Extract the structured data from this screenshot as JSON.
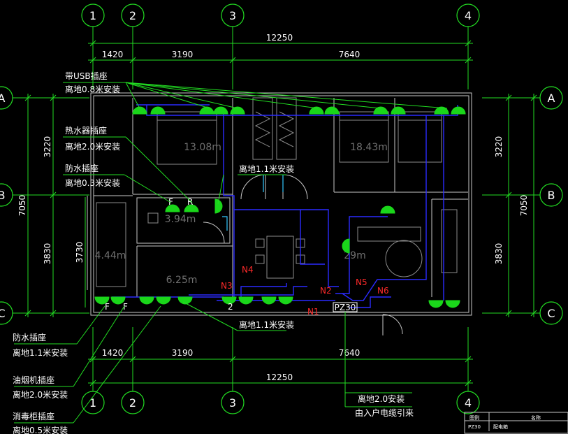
{
  "axes": {
    "top": [
      "1",
      "2",
      "3",
      "4"
    ],
    "bottom": [
      "1",
      "2",
      "3",
      "4"
    ],
    "left": [
      "A",
      "B",
      "C"
    ],
    "right": [
      "A",
      "B",
      "C"
    ]
  },
  "dims": {
    "top_total": "12250",
    "top_segments": [
      "1420",
      "3190",
      "7640"
    ],
    "bottom_segments": [
      "1420",
      "3190",
      "7640"
    ],
    "bottom_total": "12250",
    "left_total": "7050",
    "left_segments": [
      "3220",
      "3830"
    ],
    "left_inner": "3730",
    "right_total": "7050",
    "right_segments": [
      "3220",
      "3830"
    ]
  },
  "annotations": {
    "usb_title": "带USB插座",
    "usb_height": "离地0.8米安装",
    "heater_title": "热水器插座",
    "heater_height": "离地2.0米安装",
    "waterproof_top_title": "防水插座",
    "waterproof_top_height": "离地0.3米安装",
    "mid_height": "离地1.1米安装",
    "bottom_mid_height": "离地1.1米安装",
    "waterproof_bottom_title": "防水插座",
    "waterproof_bottom_height": "离地1.1米安装",
    "hood_title": "油烟机插座",
    "hood_height": "离地2.0米安装",
    "sterilizer_title": "消毒柜插座",
    "sterilizer_height": "离地0.5米安装",
    "panel_height": "离地2.0安装",
    "panel_source": "由入户电缆引来"
  },
  "rooms": {
    "bedroom1_area": "13.08m",
    "bedroom2_area": "18.43m",
    "bath_area": "3.94m",
    "left_area": "4.44m",
    "kitchen_area": "6.25m",
    "living_area": "29m"
  },
  "circuits": [
    "N1",
    "N2",
    "N3",
    "N4",
    "N5",
    "N6"
  ],
  "panel": "PZ30",
  "socket_marks": [
    "F",
    "R",
    "F",
    "F",
    "2"
  ],
  "legend": {
    "col1": "图例",
    "col2": "名称",
    "row1_code": "PZ30",
    "row1_name": "配电箱"
  },
  "colors": {
    "grid": "#22dd22",
    "wire": "#2b2bff",
    "text": "#ffffff",
    "circuit": "#ff2a2a",
    "socket": "#1ad61a"
  }
}
